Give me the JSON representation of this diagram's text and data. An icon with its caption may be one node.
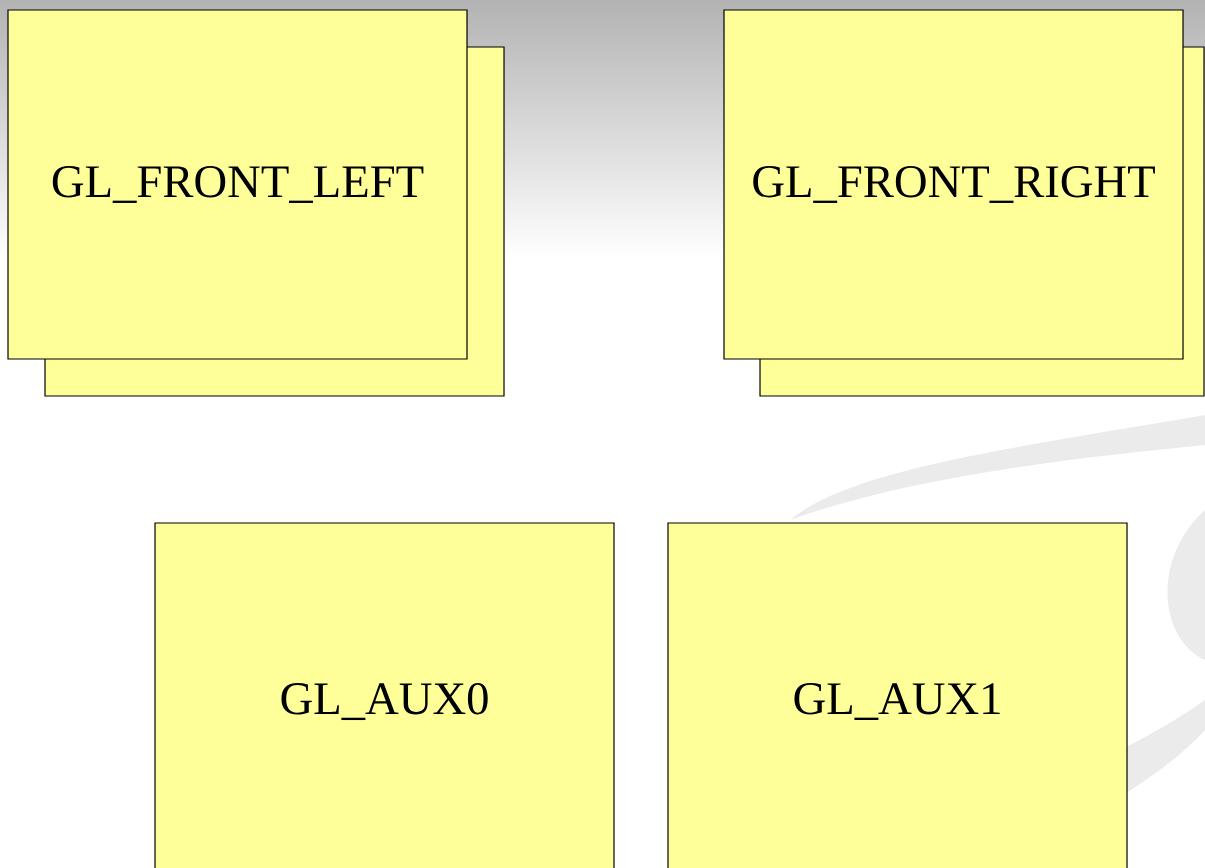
{
  "diagram": {
    "nodes": [
      {
        "text": [
          "GL_FRONT_LEFT"
        ]
      },
      {
        "text": [
          "GL_FRONT_RIGHT"
        ]
      },
      {
        "text": [
          "GL_AUX0"
        ]
      },
      {
        "text": [
          "GL_AUX1"
        ]
      }
    ]
  }
}
